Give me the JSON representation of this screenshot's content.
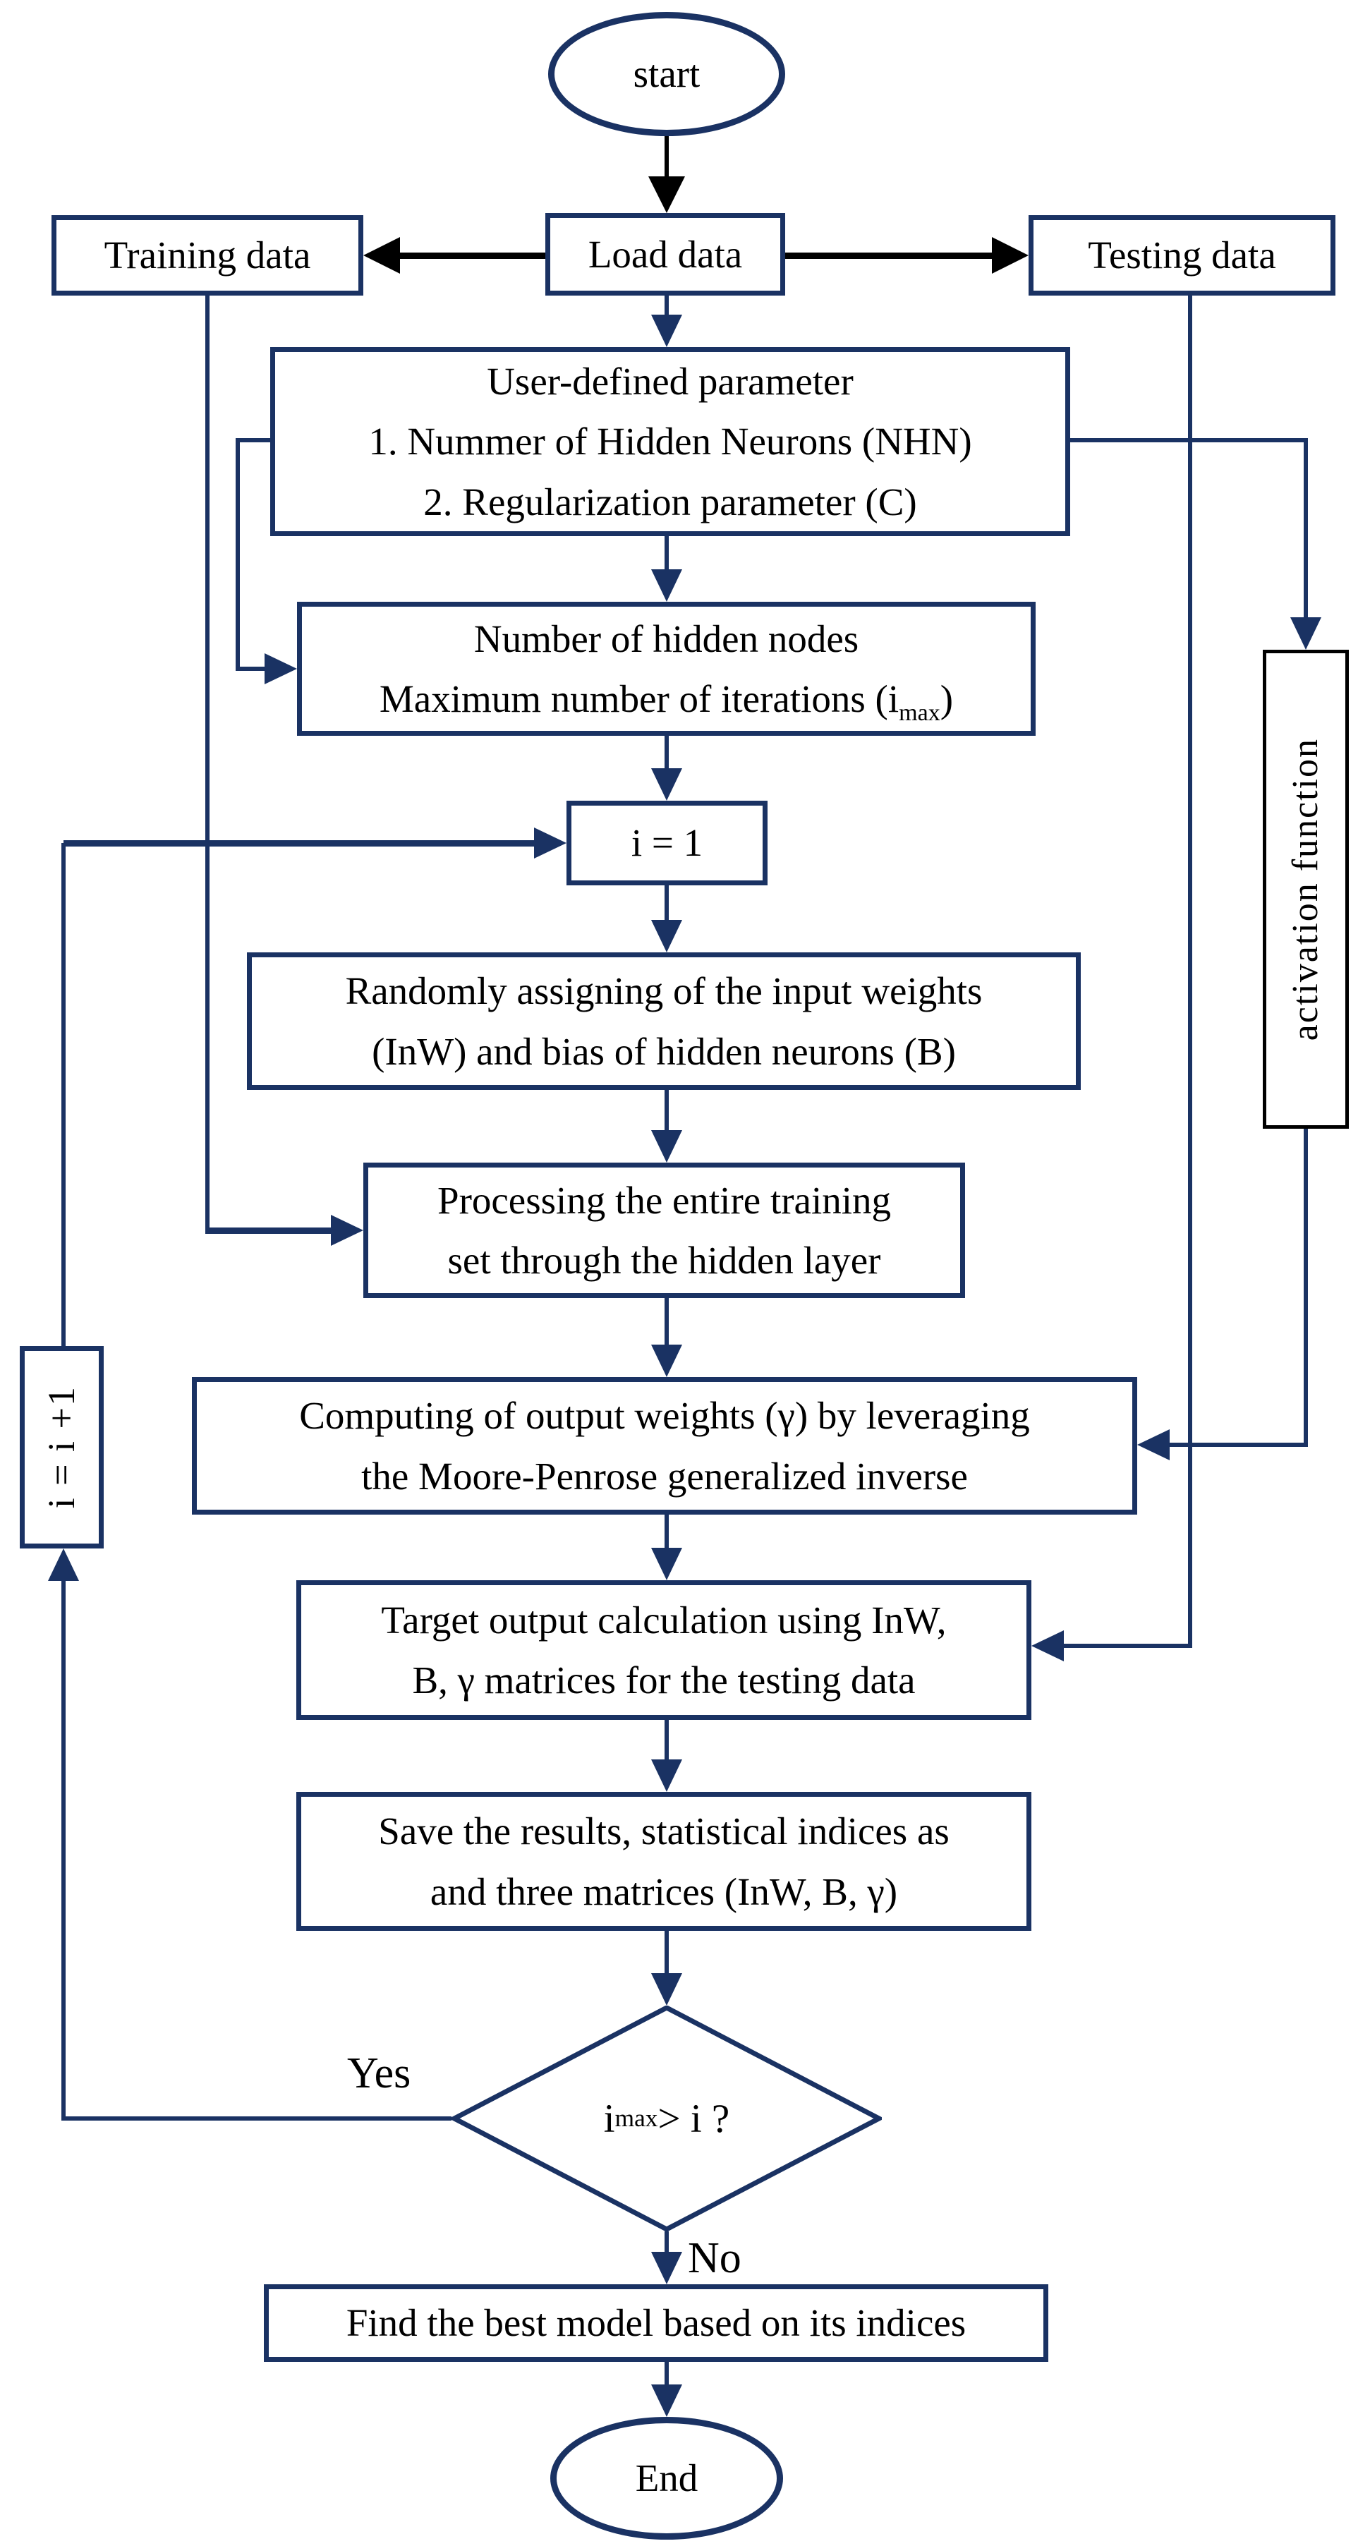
{
  "colors": {
    "line_navy": "#1a3263",
    "line_black": "#000000",
    "node_fill": "#ffffff",
    "text": "#000000"
  },
  "nodes": {
    "start": {
      "label": "start"
    },
    "load_data": {
      "label": "Load data"
    },
    "training_data": {
      "label": "Training data"
    },
    "testing_data": {
      "label": "Testing data"
    },
    "user_params": {
      "line1": "User-defined parameter",
      "line2": "1. Nummer of Hidden Neurons (NHN)",
      "line3": "2. Regularization parameter (C)"
    },
    "hidden_nodes": {
      "line1": "Number of hidden nodes",
      "line2_pre": "Maximum number of iterations (i",
      "line2_sub": "max",
      "line2_post": ")"
    },
    "init_i": {
      "label": "i = 1"
    },
    "random_weights": {
      "line1": "Randomly assigning of the input weights",
      "line2": "(InW) and bias of hidden neurons (B)"
    },
    "processing": {
      "line1": "Processing the entire training",
      "line2": "set through the hidden layer"
    },
    "computing": {
      "line1": "Computing of output weights (γ) by leveraging",
      "line2": "the Moore-Penrose generalized inverse"
    },
    "target_output": {
      "line1": "Target output calculation using InW,",
      "line2": "B, γ matrices for the testing data"
    },
    "save_results": {
      "line1": "Save the results, statistical indices as",
      "line2": "and three matrices (InW, B, γ)"
    },
    "decision": {
      "pre": "i",
      "sub": "max",
      "post": " > i ?"
    },
    "find_best": {
      "label": "Find the best model based on its indices"
    },
    "end": {
      "label": "End"
    },
    "activation": {
      "label": "activation function"
    },
    "increment": {
      "label": "i = i +1"
    }
  },
  "edge_labels": {
    "yes": "Yes",
    "no": "No"
  }
}
